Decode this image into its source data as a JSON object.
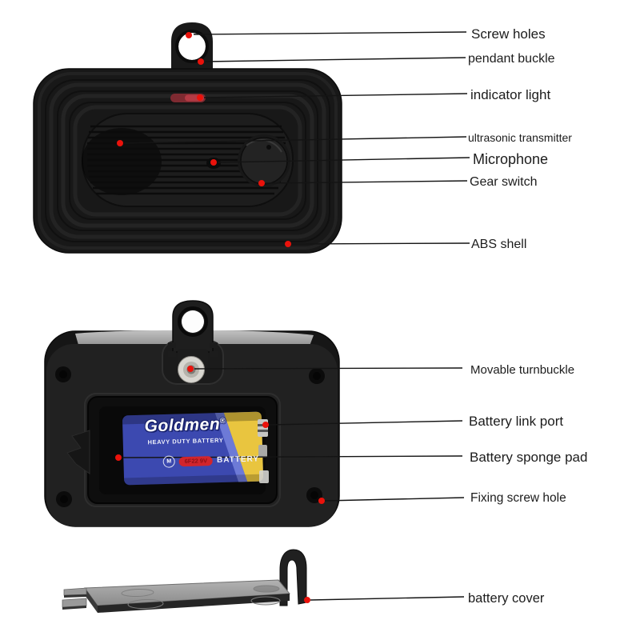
{
  "page": {
    "background": "#ffffff",
    "marker_color": "#ea120b",
    "line_color": "#141414"
  },
  "colors": {
    "device_body": "#1b1b1b",
    "indicator_red": "#b43a44",
    "battery_blue": "#3c49b0",
    "battery_yellow": "#e9c53f",
    "cover_gray": "#9e9e9e"
  },
  "callouts": [
    {
      "label": "Screw holes"
    },
    {
      "label": "pendant buckle"
    },
    {
      "label": "indicator light"
    },
    {
      "label": "ultrasonic transmitter"
    },
    {
      "label": "Microphone"
    },
    {
      "label": "Gear switch"
    },
    {
      "label": "ABS shell"
    },
    {
      "label": "Movable turnbuckle"
    },
    {
      "label": "Battery link port"
    },
    {
      "label": "Battery sponge pad"
    },
    {
      "label": "Fixing screw hole"
    },
    {
      "label": "battery cover"
    }
  ],
  "battery": {
    "brand": "Goldmen",
    "registered_mark": "®",
    "tagline": "HEAVY DUTY BATTERY",
    "model": "6F22 9V",
    "type_label": "BATTERY",
    "logo_letter": "M"
  }
}
